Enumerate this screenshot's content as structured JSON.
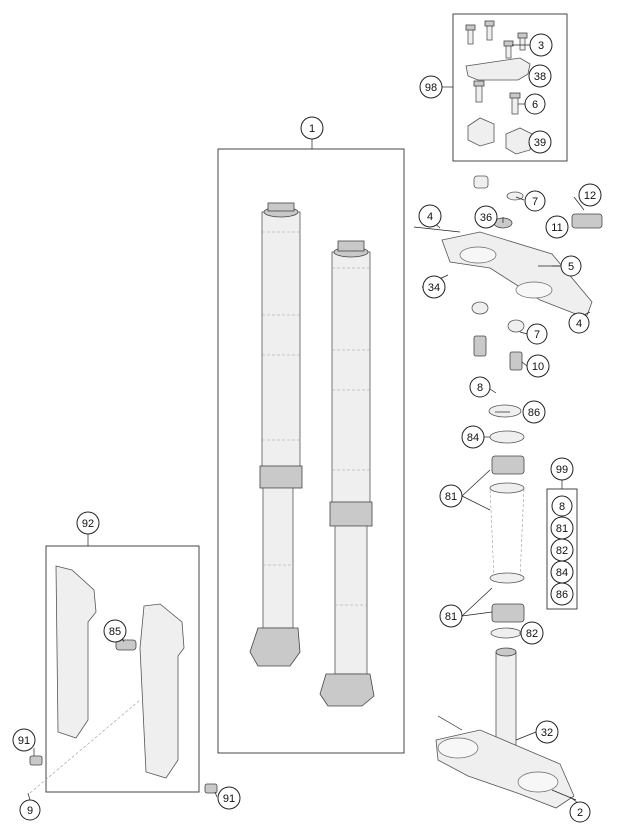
{
  "callouts": {
    "c1": "1",
    "c2": "2",
    "c3": "3",
    "c4a": "4",
    "c4b": "4",
    "c5": "5",
    "c6": "6",
    "c7a": "7",
    "c7b": "7",
    "c8a": "8",
    "c8b": "8",
    "c9": "9",
    "c10": "10",
    "c11": "11",
    "c12": "12",
    "c32": "32",
    "c34": "34",
    "c36": "36",
    "c38": "38",
    "c39": "39",
    "c81a": "81",
    "c81b": "81",
    "c81c": "81",
    "c82a": "82",
    "c82b": "82",
    "c84a": "84",
    "c84b": "84",
    "c85": "85",
    "c86a": "86",
    "c86b": "86",
    "c91a": "91",
    "c91b": "91",
    "c92": "92",
    "c98": "98",
    "c99": "99"
  },
  "colors": {
    "line": "#222222",
    "part_fill": "#efefef",
    "part_dark": "#c9c9c9",
    "background": "#ffffff"
  }
}
